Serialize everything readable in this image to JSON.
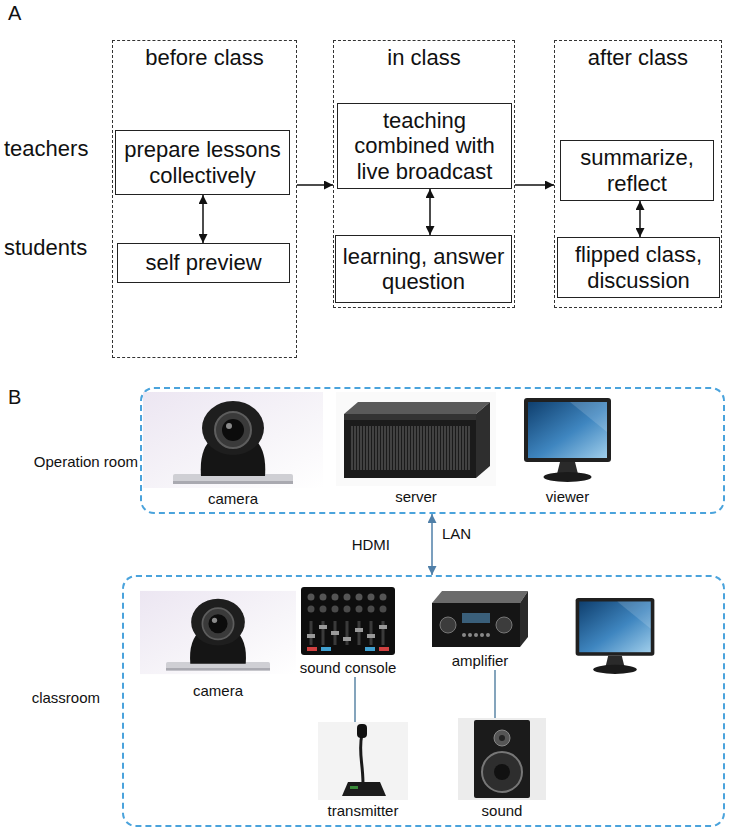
{
  "diagram": {
    "nodes": [
      {
        "text": [
          "before class"
        ]
      },
      {
        "text": [
          "prepare lessons collectively"
        ],
        "in": 0
      },
      {
        "text": [
          "self preview"
        ],
        "in": 0
      },
      {
        "text": [
          "in class"
        ]
      },
      {
        "text": [
          "teaching combined with live broadcast"
        ],
        "in": 3
      },
      {
        "text": [
          "learning, answer question"
        ],
        "in": 3
      },
      {
        "text": [
          "after class"
        ]
      },
      {
        "text": [
          "summarize, reflect"
        ],
        "in": 6
      },
      {
        "text": [
          "flipped class, discussion"
        ],
        "in": 6
      },
      {
        "text": [
          "Operation room"
        ]
      },
      {
        "text": [
          "camera"
        ],
        "in": 9
      },
      {
        "text": [
          "server"
        ],
        "in": 9
      },
      {
        "text": [
          "viewer"
        ],
        "in": 9
      },
      {
        "text": [
          "classroom"
        ]
      },
      {
        "text": [
          "camera"
        ],
        "in": 13
      },
      {
        "text": [
          "sound console"
        ],
        "in": 13
      },
      {
        "text": [
          "amplifier"
        ],
        "in": 13
      },
      {
        "text": [
          "transmitter"
        ],
        "in": 13
      },
      {
        "text": [
          "sound"
        ],
        "in": 13
      }
    ],
    "edges": [
      {
        "from": 1,
        "to": 2,
        "arrow": "both"
      },
      {
        "from": 4,
        "to": 5,
        "arrow": "both"
      },
      {
        "from": 7,
        "to": 8,
        "arrow": "both"
      },
      {
        "from": 0,
        "to": 3,
        "arrow": "to"
      },
      {
        "from": 3,
        "to": 6,
        "arrow": "to"
      },
      {
        "from": 9,
        "to": 13,
        "label": "HDMI",
        "arrow": "both"
      },
      {
        "from": 15,
        "to": 17,
        "arrow": "none"
      },
      {
        "from": 16,
        "to": 18,
        "arrow": "none"
      }
    ],
    "labels": [
      "A",
      "teachers",
      "students",
      "B",
      "LAN"
    ]
  }
}
